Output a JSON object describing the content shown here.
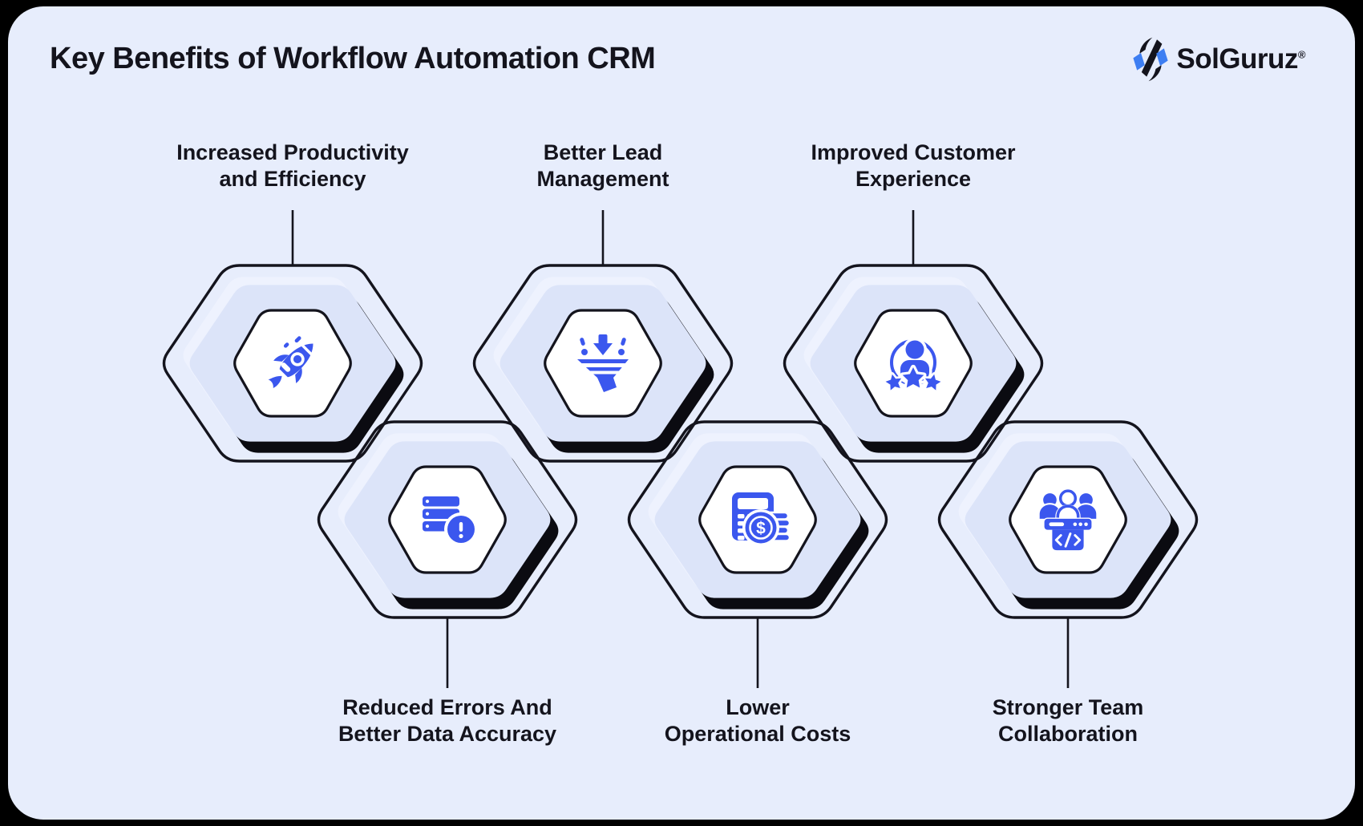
{
  "header": {
    "title": "Key Benefits of Workflow Automation CRM",
    "logo_text": "SolGuruz",
    "logo_mark": "®"
  },
  "benefits": [
    {
      "id": "increased-productivity",
      "label": "Increased Productivity\nand Efficiency",
      "icon": "rocket-icon",
      "row": "top"
    },
    {
      "id": "better-lead-management",
      "label": "Better Lead\nManagement",
      "icon": "funnel-icon",
      "row": "top"
    },
    {
      "id": "improved-customer-experience",
      "label": "Improved Customer\nExperience",
      "icon": "customer-rating-icon",
      "row": "top"
    },
    {
      "id": "reduced-errors",
      "label": "Reduced Errors And\nBetter Data Accuracy",
      "icon": "database-alert-icon",
      "row": "bottom"
    },
    {
      "id": "lower-operational-costs",
      "label": "Lower\nOperational Costs",
      "icon": "calculator-money-icon",
      "row": "bottom"
    },
    {
      "id": "stronger-team-collaboration",
      "label": "Stronger Team\nCollaboration",
      "icon": "team-code-icon",
      "row": "bottom"
    }
  ],
  "colors": {
    "accent": "#3B57EE",
    "panel": "#E7EDFC",
    "hexfill": "#DCE4F9",
    "hexghost": "#EEF2FE",
    "ink": "#14141D",
    "shadow": "#0B0B11",
    "outside": "#000000"
  }
}
